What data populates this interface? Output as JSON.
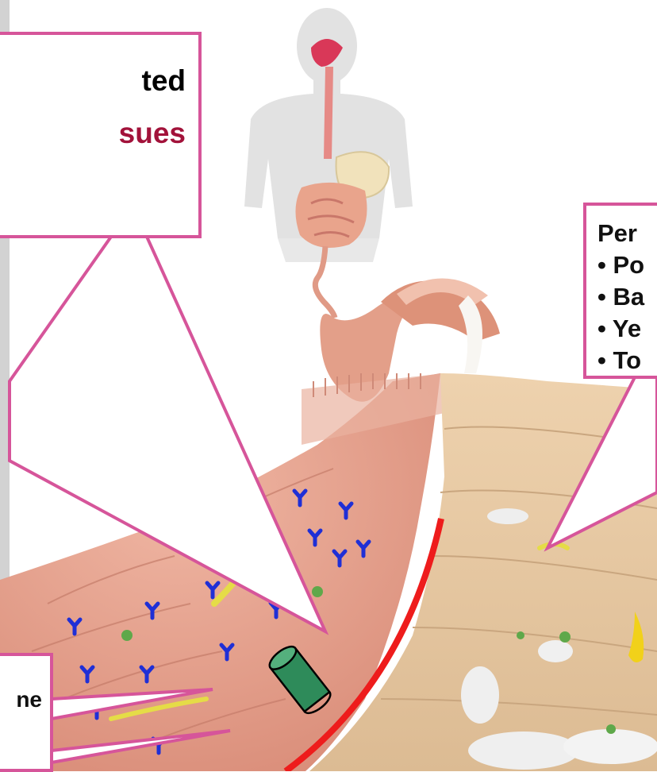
{
  "callouts": {
    "top_left": {
      "line1": "ted",
      "line2": "sues",
      "line1_color": "#111111",
      "line2_color": "#a2123a"
    },
    "right": {
      "lines": [
        "Per",
        "• Po",
        "• Ba",
        "• Ye",
        "• To"
      ]
    },
    "bottom_left": {
      "line1": "ne"
    }
  },
  "colors": {
    "callout_border": "#d6559a",
    "mucosa": "#e9a38f",
    "lumen": "#e7c9a2",
    "barrier_line": "#ee1c1c",
    "antibody": "#1f2fd6",
    "bacteria_yellow": "#e5dc47",
    "microbe_green": "#5fa84a",
    "body_silhouette": "#e2e2e2"
  },
  "icons": [
    "antibody-icon",
    "bacterium-icon",
    "cylinder-icon",
    "human-silhouette"
  ]
}
